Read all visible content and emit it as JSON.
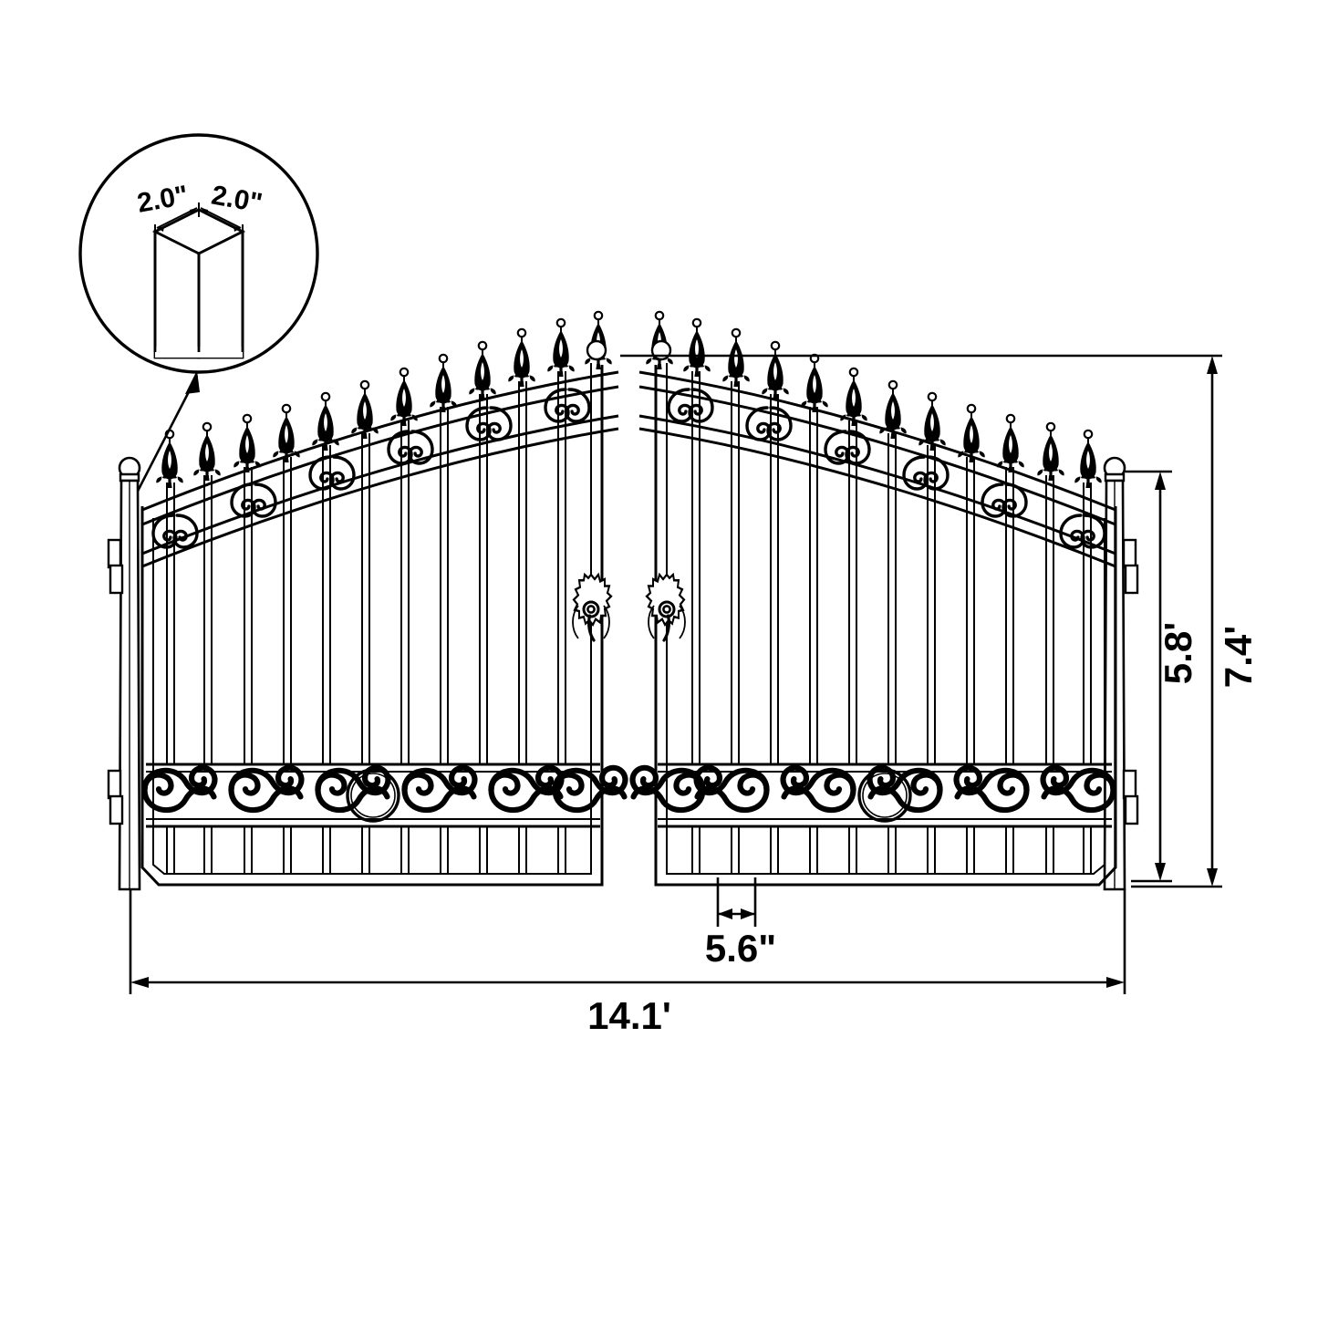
{
  "drawing": {
    "title": "Dual Swing Driveway Gate Technical Drawing",
    "background_color": "#ffffff",
    "line_color": "#000000",
    "marker_color": "#ff0000"
  },
  "detail_callout": {
    "name": "post-cross-section-detail",
    "shape": "circle",
    "label_width": "2.0\"",
    "label_depth": "2.0\"",
    "leader": "arrow-from-gate-post"
  },
  "dimensions": {
    "overall_height": "7.4'",
    "leaf_height": "5.8'",
    "picket_spacing": "5.6\"",
    "overall_width": "14.1'"
  },
  "gate": {
    "leaf_count": 2,
    "left_leaf_name": "gate-leaf-left",
    "right_leaf_name": "gate-leaf-right",
    "finial_style": "fleur-de-lis-spear",
    "post_cap_style": "ball-cap",
    "hinges_per_post": 2,
    "lower_band_ornament": "s-scroll-with-center-ring",
    "upper_band_ornament": "double-c-scroll",
    "lock_plate": "decorative-escutcheon"
  }
}
